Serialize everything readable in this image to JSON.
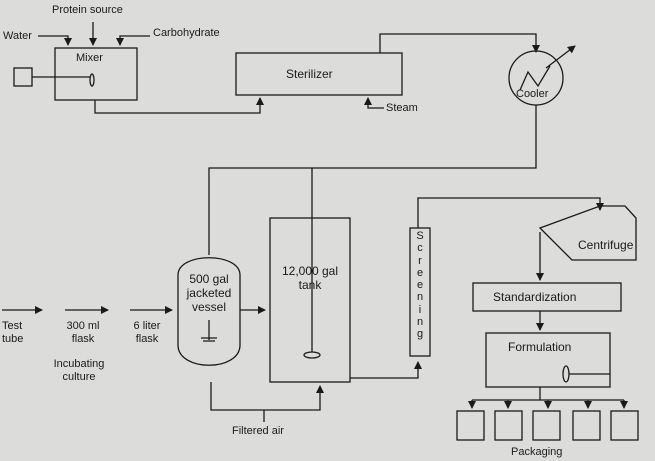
{
  "inputs": {
    "protein_source": "Protein source",
    "water": "Water",
    "carbohydrate": "Carbohydrate",
    "steam": "Steam",
    "filtered_air": "Filtered air"
  },
  "units": {
    "mixer": "Mixer",
    "sterilizer": "Sterilizer",
    "cooler": "Cooler",
    "vessel": [
      "500 gal",
      "jacketed",
      "vessel"
    ],
    "tank": [
      "12,000 gal",
      "tank"
    ],
    "screening": [
      "S",
      "c",
      "r",
      "e",
      "e",
      "n",
      "i",
      "n",
      "g"
    ],
    "centrifuge": "Centrifuge",
    "standardization": "Standardization",
    "formulation": "Formulation",
    "packaging": "Packaging"
  },
  "culture": {
    "test_tube": [
      "Test",
      "tube"
    ],
    "flask_300": [
      "300 ml",
      "flask"
    ],
    "flask_6l": [
      "6 liter",
      "flask"
    ],
    "incubating": [
      "Incubating",
      "culture"
    ]
  },
  "colors": {
    "background": "#dcdcda",
    "line": "#1a1a1a"
  }
}
